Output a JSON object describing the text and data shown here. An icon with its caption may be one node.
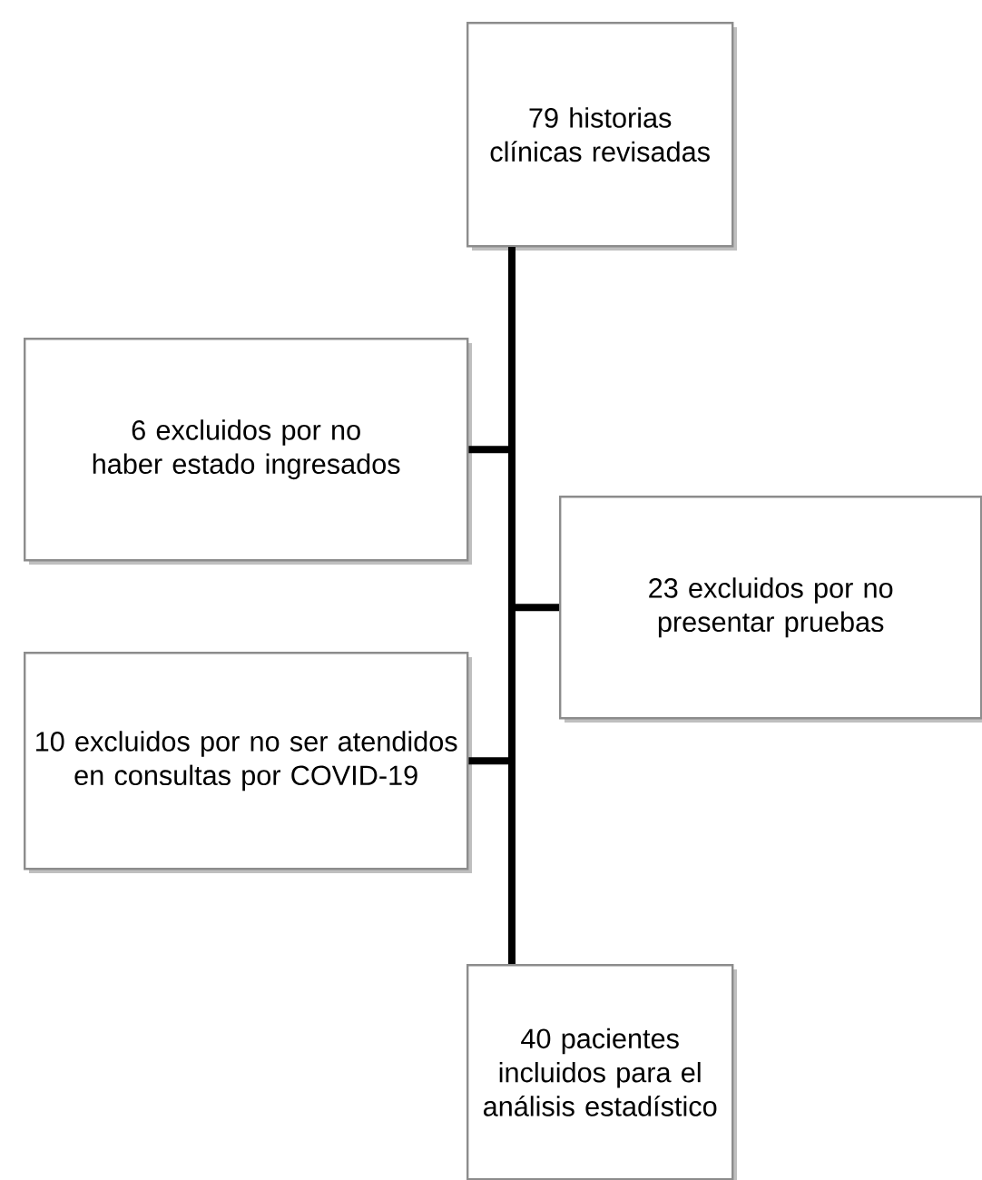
{
  "diagram": {
    "nodes": [
      {
        "text": [
          "79 historias clínicas revisadas"
        ]
      },
      {
        "text": [
          "6 excluidos por no haber estado ingresados"
        ]
      },
      {
        "text": [
          "23 excluidos por no presentar pruebas"
        ]
      },
      {
        "text": [
          "10 excluidos por no ser atendidos en consultas por COVID-19"
        ]
      },
      {
        "text": [
          "40 pacientes incluidos para el análisis estadístico"
        ]
      }
    ],
    "edges": [
      {
        "from": 0,
        "to": 1,
        "arrow": "none"
      },
      {
        "from": 0,
        "to": 2,
        "arrow": "none"
      },
      {
        "from": 0,
        "to": 3,
        "arrow": "none"
      },
      {
        "from": 0,
        "to": 4,
        "arrow": "none"
      }
    ]
  }
}
